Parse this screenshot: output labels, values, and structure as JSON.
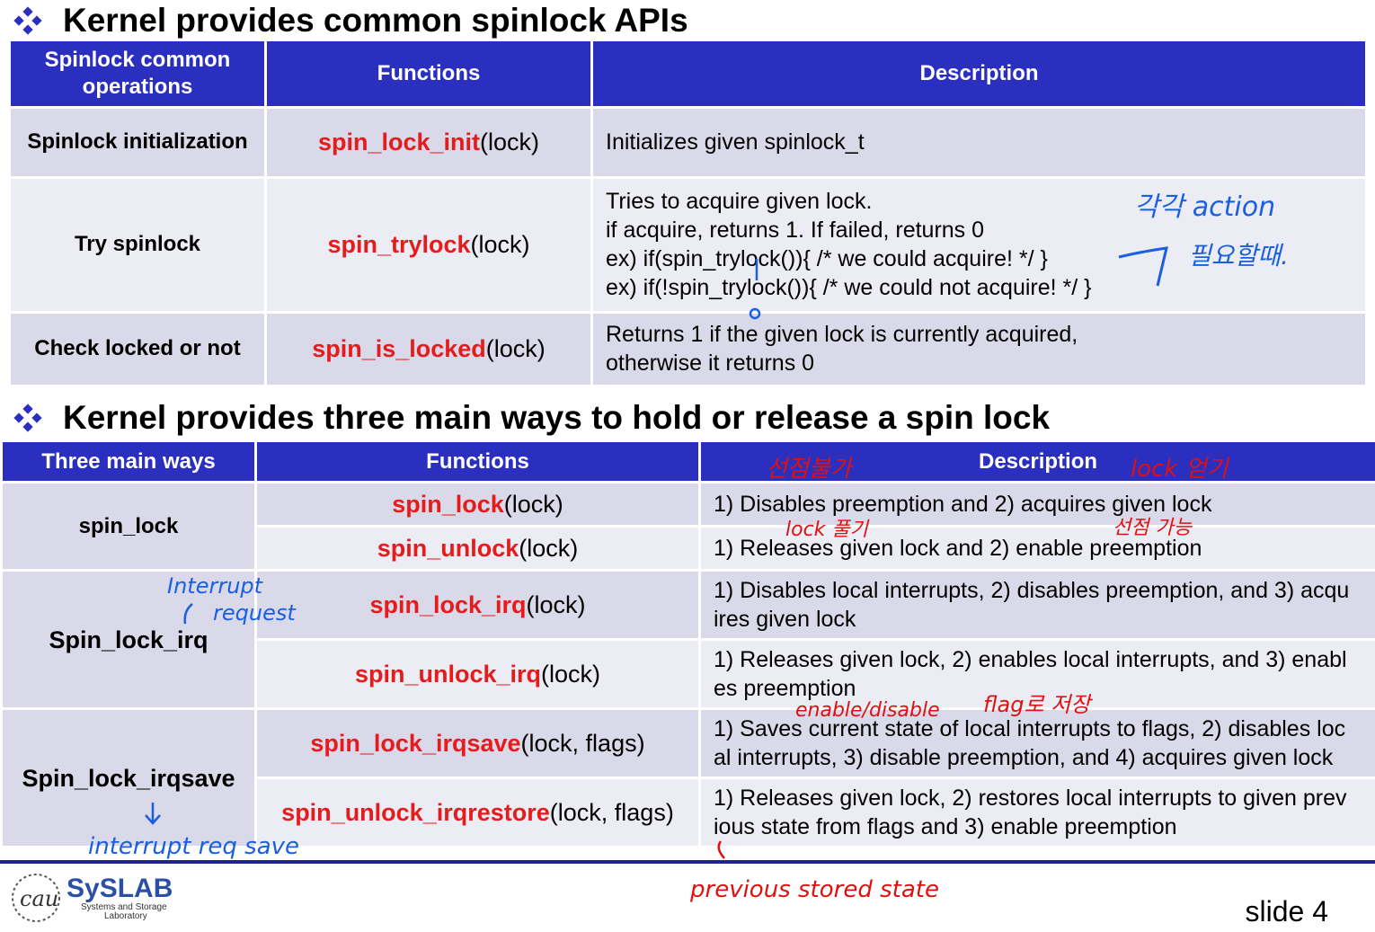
{
  "section1": {
    "title": "Kernel provides common spinlock APIs",
    "headers": [
      "Spinlock common operations",
      "Functions",
      "Description"
    ],
    "rows": [
      {
        "operation": "Spinlock initialization",
        "fn_name": "spin_lock_init",
        "fn_args": "(lock)",
        "description": [
          "Initializes given spinlock_t"
        ]
      },
      {
        "operation": "Try spinlock",
        "fn_name": "spin_trylock",
        "fn_args": "(lock)",
        "description": [
          "Tries to acquire given lock.",
          "if acquire, returns 1. If failed, returns 0",
          "ex) if(spin_trylock()){ /* we could acquire! */ }",
          "ex) if(!spin_trylock()){ /* we could not acquire! */ }"
        ]
      },
      {
        "operation": "Check locked or not",
        "fn_name": "spin_is_locked",
        "fn_args": "(lock)",
        "description": [
          "Returns 1 if the given lock is currently acquired,",
          "otherwise it returns 0"
        ]
      }
    ]
  },
  "section2": {
    "title": "Kernel provides three main ways to hold or release a spin lock",
    "headers": [
      "Three main ways",
      "Functions",
      "Description"
    ],
    "groups": [
      {
        "way": "spin_lock",
        "items": [
          {
            "fn_name": "spin_lock",
            "fn_args": "(lock)",
            "description": [
              "1) Disables preemption and 2) acquires given lock"
            ]
          },
          {
            "fn_name": "spin_unlock",
            "fn_args": "(lock)",
            "description": [
              "1) Releases given lock and 2) enable preemption"
            ]
          }
        ]
      },
      {
        "way": "Spin_lock_irq",
        "items": [
          {
            "fn_name": "spin_lock_irq",
            "fn_args": "(lock)",
            "description": [
              "1) Disables local interrupts, 2) disables preemption, and 3) acqu",
              "ires given lock"
            ]
          },
          {
            "fn_name": "spin_unlock_irq",
            "fn_args": "(lock)",
            "description": [
              "1) Releases given lock, 2) enables local interrupts, and 3) enabl",
              "es preemption"
            ]
          }
        ]
      },
      {
        "way": "Spin_lock_irqsave",
        "items": [
          {
            "fn_name": "spin_lock_irqsave",
            "fn_args": "(lock, flags)",
            "description": [
              "1) Saves current state of local interrupts to flags, 2) disables loc",
              "al interrupts, 3) disable preemption, and 4) acquires given lock"
            ]
          },
          {
            "fn_name": "spin_unlock_irqrestore",
            "fn_args": "(lock, flags)",
            "description": [
              "1) Releases given lock, 2) restores local interrupts to given prev",
              "ious state from flags and 3) enable preemption"
            ]
          }
        ]
      }
    ]
  },
  "annotations": {
    "blue_each_action": "각각 action",
    "blue_when_needed": "필요할때.",
    "blue_interrupt": "Interrupt",
    "blue_request": "request",
    "blue_irq_save": "interrupt req save",
    "red_preempt_off": "선점불가",
    "red_lock_acquire": "lock 얻기",
    "red_lock_release": "lock 풀기",
    "red_preempt_on": "선점 가능",
    "red_enable_disable": "enable/disable",
    "red_flag_store": "flag로 저장",
    "red_prev_state": "previous stored state"
  },
  "footer": {
    "logo_text": "SySLAB",
    "logo_subtitle_1": "Systems and Storage",
    "logo_subtitle_2": "Laboratory",
    "logo_seal": "cau",
    "slide_number": "slide 4"
  },
  "colors": {
    "header_blue": "#2b2fbf",
    "function_red": "#e61b1b",
    "annotation_blue": "#1a5fe0",
    "annotation_red": "#e01010",
    "footer_line": "#1d2580"
  }
}
